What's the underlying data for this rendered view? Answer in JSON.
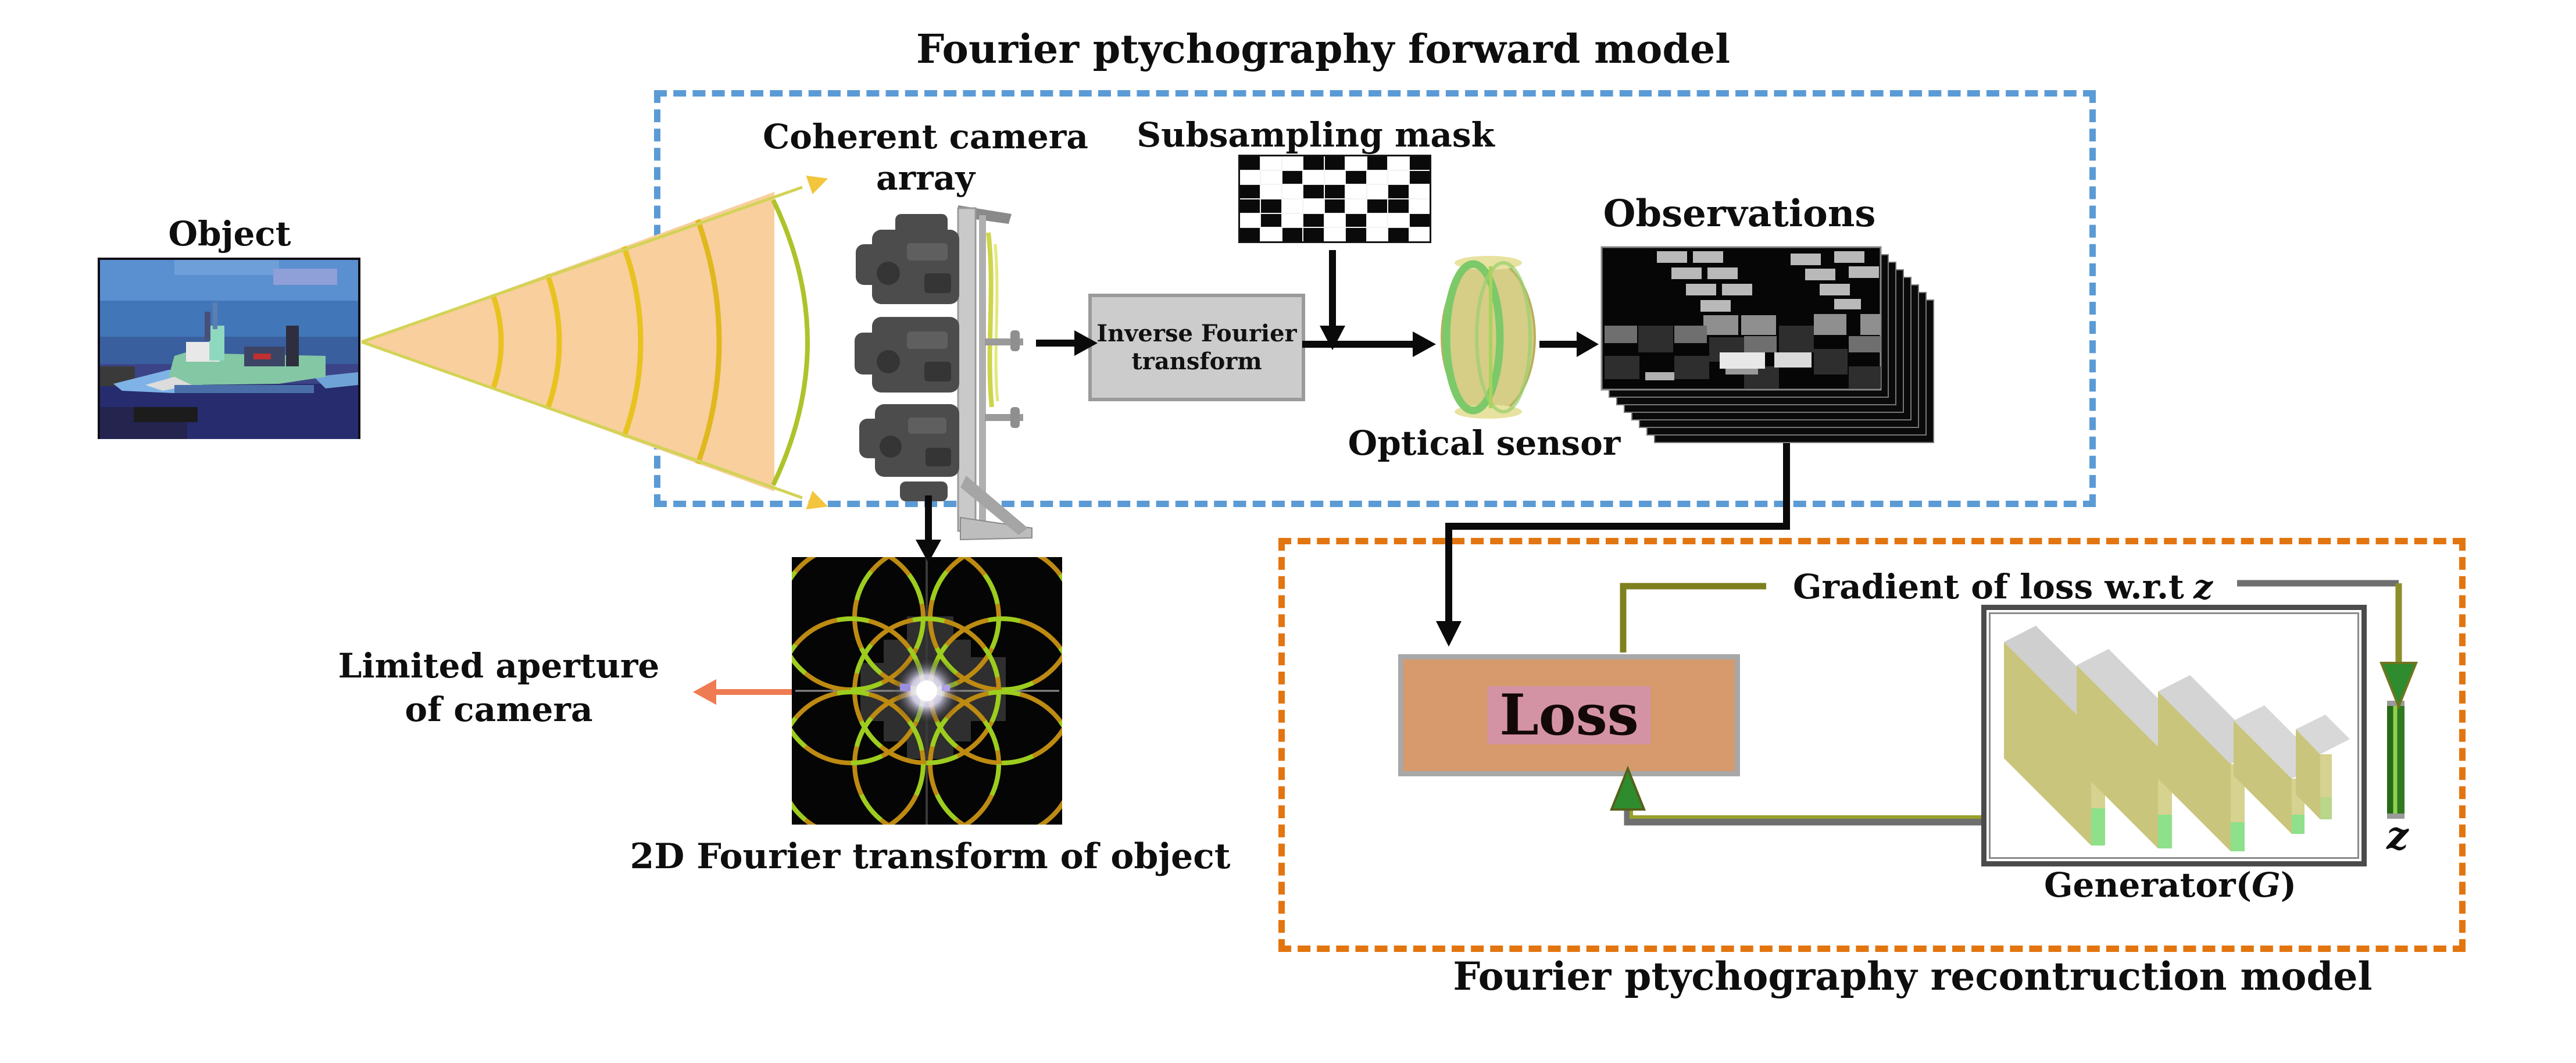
{
  "titles": {
    "forward": "Fourier ptychography forward model",
    "reconstruction": "Fourier ptychography recontruction model"
  },
  "labels": {
    "object": "Object",
    "coherent_camera_line1": "Coherent camera",
    "coherent_camera_line2": "array",
    "subsampling_mask": "Subsampling mask",
    "ift_line1": "Inverse Fourier",
    "ift_line2": "transform",
    "optical_sensor": "Optical sensor",
    "observations": "Observations",
    "loss": "Loss",
    "gradient_prefix": "Gradient of loss w.r.t",
    "gradient_var": "z",
    "generator_prefix": "Generator(",
    "generator_var": "G",
    "generator_suffix": ")",
    "z_var": "z",
    "ft_caption": "2D Fourier transform of object",
    "limited_aperture_line1": "Limited aperture",
    "limited_aperture_line2": "of camera"
  },
  "colors": {
    "forward_box_dash": "#5b9bd5",
    "recon_box_dash": "#e2750f",
    "cone_fill": "#f8cf9d",
    "cone_arc_yellow": "#e8c21e",
    "cone_outer_arc": "#aec32a",
    "cone_arrow": "#f2c53d",
    "ift_box_fill": "#cccccc",
    "loss_box_fill": "#d69a6d",
    "loss_box_border": "#a8a8a8",
    "loss_text_highlight": "#d493a5",
    "olive_line": "#7d801d",
    "gray_line": "#6f6f6f",
    "green_arrow": "#2e8b2e",
    "z_bar_green": "#2f7a1f",
    "generator_border": "#4b4b4b",
    "slab_front": "#c9c57c",
    "slab_top": "#cfcfcf",
    "slab_green": "#8ee08a",
    "lens_rim_green": "#7cc96a",
    "lens_body": "#d6cd86",
    "limited_aperture_arrow": "#ef7b52",
    "black_arrow": "#0a0a0a"
  },
  "subsampling_mask_pattern": [
    "100110101",
    "001001001",
    "100110010",
    "110010110",
    "010101001",
    "101101010"
  ]
}
